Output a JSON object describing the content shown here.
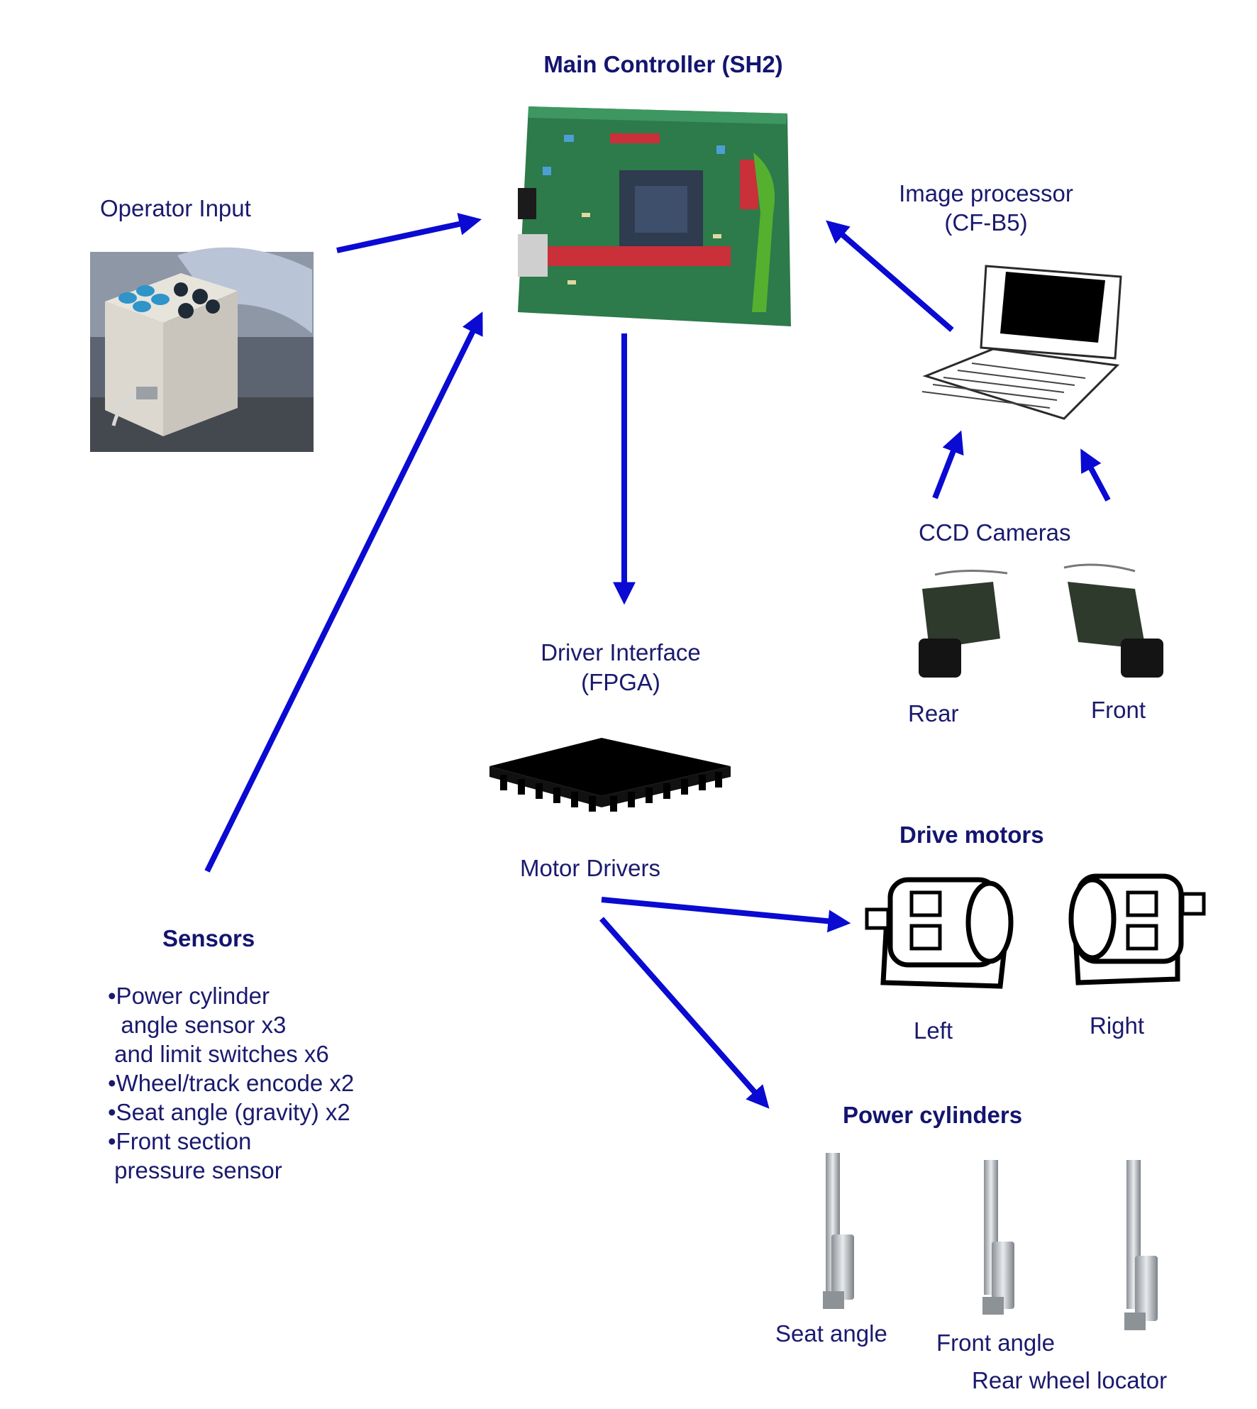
{
  "labels": {
    "main_controller": "Main Controller (SH2)",
    "operator_input": "Operator Input",
    "image_processor": "Image processor",
    "image_processor_model": "(CF-B5)",
    "ccd_cameras": "CCD Cameras",
    "camera_rear": "Rear",
    "camera_front": "Front",
    "driver_interface": "Driver Interface",
    "driver_interface_model": "(FPGA)",
    "motor_drivers": "Motor Drivers",
    "drive_motors": "Drive motors",
    "motor_left": "Left",
    "motor_right": "Right",
    "sensors": "Sensors",
    "power_cylinders": "Power cylinders",
    "cyl_seat_angle": "Seat angle",
    "cyl_front_angle": "Front angle",
    "cyl_rear_wheel": "Rear wheel locator"
  },
  "sensor_list": [
    "•Power cylinder",
    "  angle sensor x3",
    " and limit switches x6",
    "•Wheel/track encode x2",
    "•Seat angle (gravity) x2",
    "•Front section",
    " pressure sensor"
  ],
  "colors": {
    "arrow": "#0a0ad2",
    "text": "#1a1a6e"
  }
}
